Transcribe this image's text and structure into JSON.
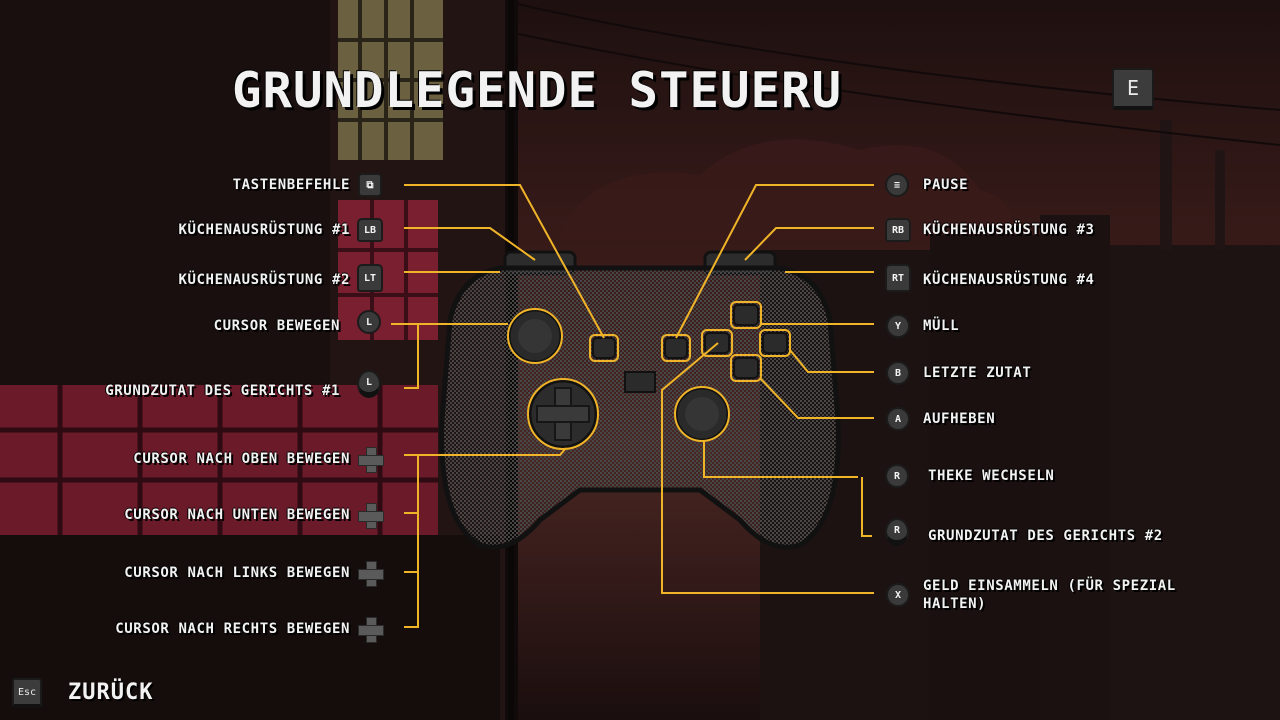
{
  "screen": {
    "title": "GRUNDLEGENDE STEUERU",
    "title_key": "E",
    "back_key": "Esc",
    "back_label": "ZURÜCK"
  },
  "left_bindings": [
    {
      "label": "TASTENBEFEHLE",
      "icon": "view-button-icon",
      "glyph": "⧉"
    },
    {
      "label": "KÜCHENAUSRÜSTUNG #1",
      "icon": "lb-button-icon",
      "glyph": "LB"
    },
    {
      "label": "KÜCHENAUSRÜSTUNG #2",
      "icon": "lt-trigger-icon",
      "glyph": "LT"
    },
    {
      "label": "CURSOR BEWEGEN",
      "icon": "left-stick-move-icon",
      "glyph": "L"
    },
    {
      "label": "GRUNDZUTAT DES GERICHTS #1",
      "icon": "left-stick-press-icon",
      "glyph": "L"
    },
    {
      "label": "CURSOR NACH OBEN BEWEGEN",
      "icon": "dpad-up-icon",
      "glyph": ""
    },
    {
      "label": "CURSOR NACH UNTEN BEWEGEN",
      "icon": "dpad-down-icon",
      "glyph": ""
    },
    {
      "label": "CURSOR NACH LINKS BEWEGEN",
      "icon": "dpad-left-icon",
      "glyph": ""
    },
    {
      "label": "CURSOR NACH RECHTS BEWEGEN",
      "icon": "dpad-right-icon",
      "glyph": ""
    }
  ],
  "right_bindings": [
    {
      "label": "PAUSE",
      "icon": "menu-button-icon",
      "glyph": "≡"
    },
    {
      "label": "KÜCHENAUSRÜSTUNG #3",
      "icon": "rb-button-icon",
      "glyph": "RB"
    },
    {
      "label": "KÜCHENAUSRÜSTUNG #4",
      "icon": "rt-trigger-icon",
      "glyph": "RT"
    },
    {
      "label": "MÜLL",
      "icon": "y-button-icon",
      "glyph": "Y"
    },
    {
      "label": "LETZTE ZUTAT",
      "icon": "b-button-icon",
      "glyph": "B"
    },
    {
      "label": "AUFHEBEN",
      "icon": "a-button-icon",
      "glyph": "A"
    },
    {
      "label": "THEKE WECHSELN",
      "icon": "right-stick-move-icon",
      "glyph": "R"
    },
    {
      "label": "GRUNDZUTAT DES GERICHTS #2",
      "icon": "right-stick-press-icon",
      "glyph": "R"
    },
    {
      "label": "GELD EINSAMMELN (FÜR SPEZIAL",
      "label_line2": "HALTEN)",
      "icon": "x-button-icon",
      "glyph": "X"
    }
  ],
  "colors": {
    "leader_line": "#f0b428",
    "controller_body": "#3d3d3d",
    "text": "#f2f2f2",
    "sky": "#4a2420"
  }
}
